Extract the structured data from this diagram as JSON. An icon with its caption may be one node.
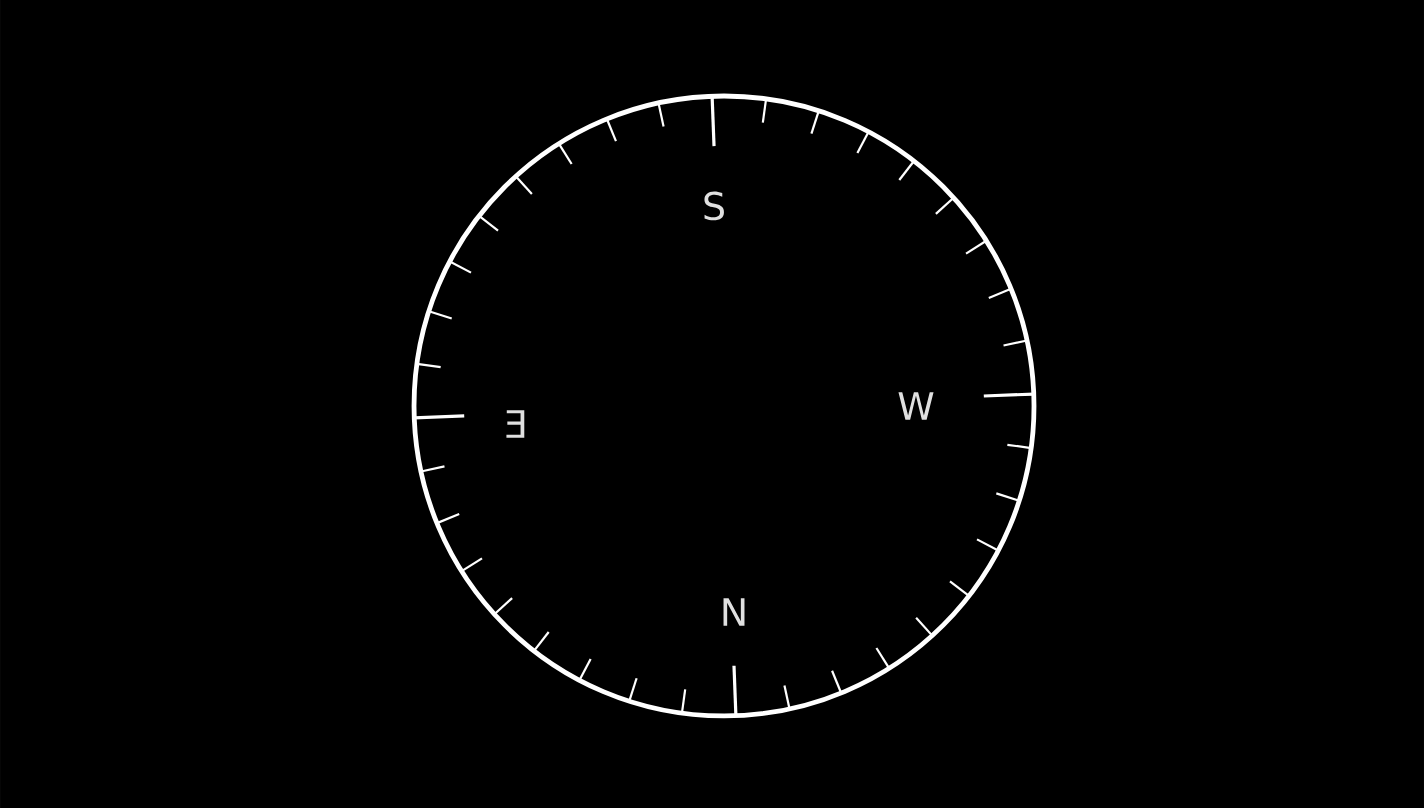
{
  "diagram": {
    "labels": [
      "S",
      "E",
      "W",
      "N"
    ]
  }
}
